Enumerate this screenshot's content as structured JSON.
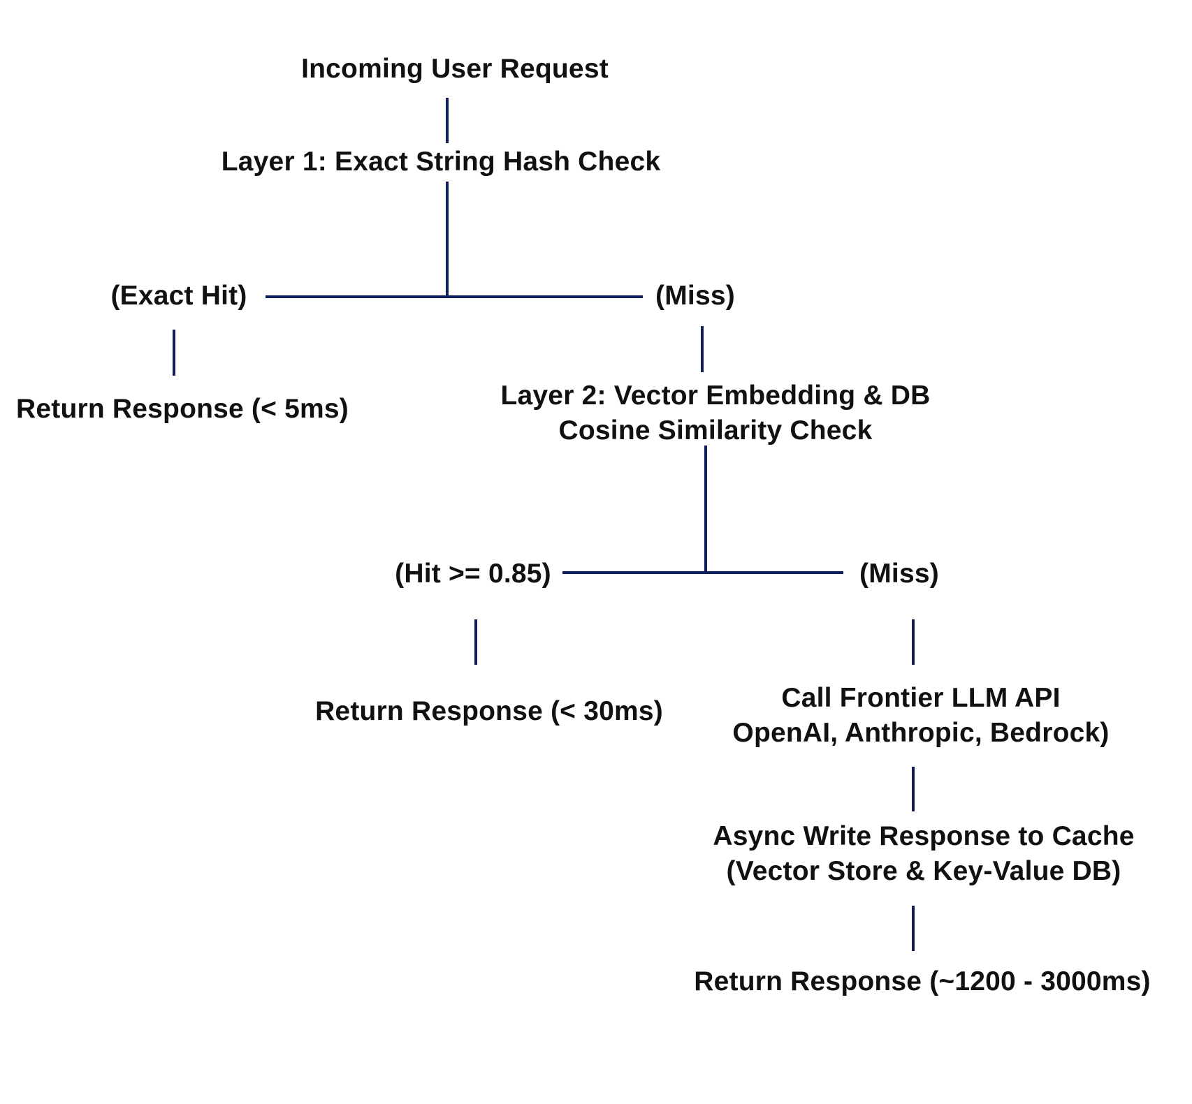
{
  "colors": {
    "connector": "#0f1f5c",
    "text": "#111111",
    "background": "#ffffff"
  },
  "nodes": {
    "incoming_request": "Incoming User Request",
    "layer1": "Layer 1: Exact String Hash Check",
    "exact_hit": "(Exact Hit)",
    "miss1": "(Miss)",
    "return_fast": "Return Response (< 5ms)",
    "layer2": {
      "line1": "Layer 2: Vector Embedding & DB",
      "line2": "Cosine Similarity Check"
    },
    "hit_threshold": "(Hit >= 0.85)",
    "miss2": "(Miss)",
    "return_semantic": "Return Response (< 30ms)",
    "call_llm": {
      "line1": "Call Frontier LLM API",
      "line2": "OpenAI, Anthropic, Bedrock)"
    },
    "async_write": {
      "line1": "Async Write Response to Cache",
      "line2": "(Vector Store & Key-Value DB)"
    },
    "return_slow": "Return Response (~1200 - 3000ms)"
  }
}
